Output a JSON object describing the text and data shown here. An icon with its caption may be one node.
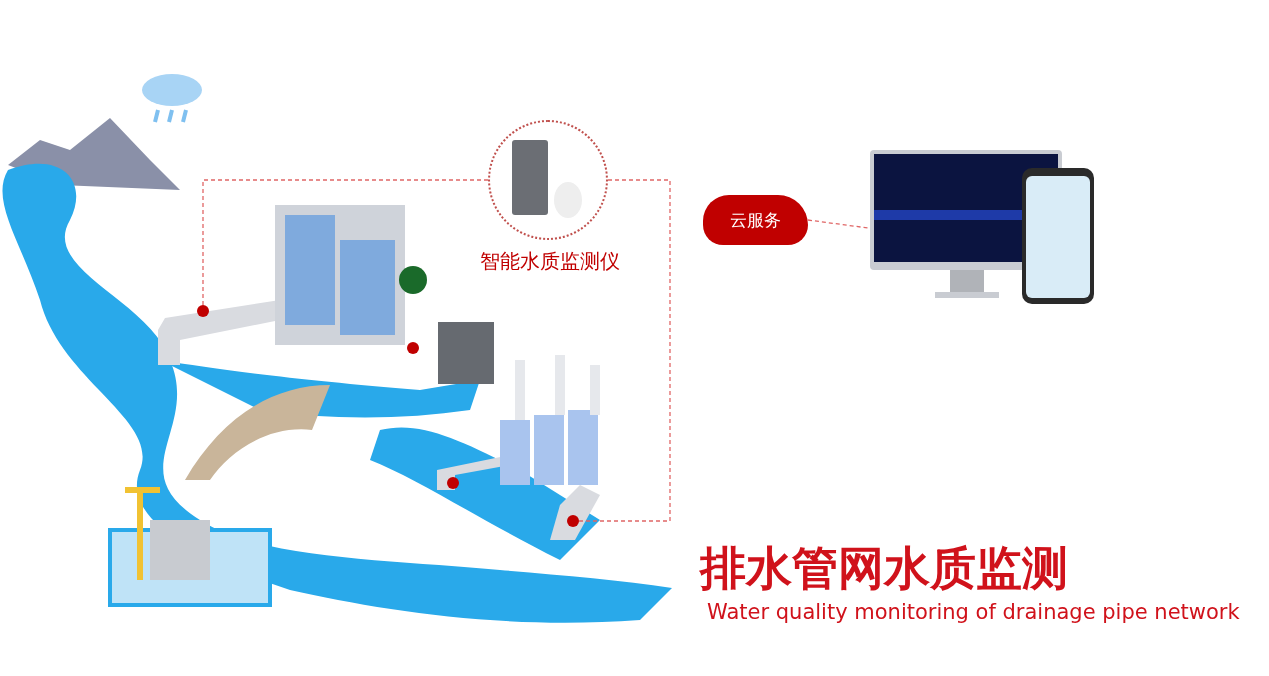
{
  "diagram": {
    "title": "排水管网水质监测",
    "caption": "Water quality monitoring of drainage pipe network",
    "nodes": [
      {
        "text": [
          "智能水质监测仪"
        ]
      },
      {
        "text": [
          "云服务"
        ]
      },
      {
        "text": [],
        "shape": "picture"
      },
      {
        "text": [],
        "shape": "circle"
      },
      {
        "text": [],
        "shape": "circle"
      },
      {
        "text": [],
        "shape": "circle"
      },
      {
        "text": [],
        "shape": "circle"
      }
    ],
    "edges": [
      {
        "from": 0,
        "to": 3,
        "arrow": "none",
        "style": "dashed"
      },
      {
        "from": 0,
        "to": 6,
        "arrow": "none",
        "style": "dashed"
      },
      {
        "from": 1,
        "to": 2,
        "arrow": "none",
        "style": "dashed"
      }
    ]
  }
}
